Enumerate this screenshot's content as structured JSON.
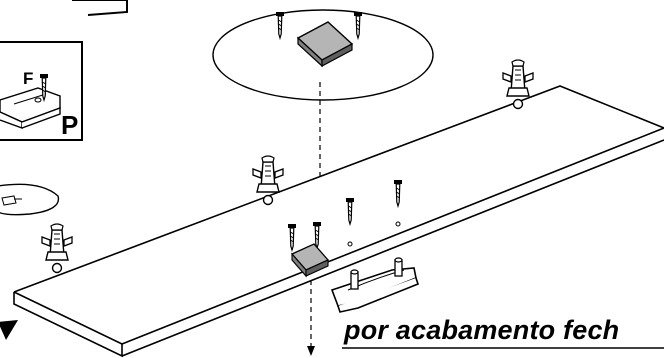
{
  "diagram": {
    "labels": {
      "part_f": "F",
      "part_p": "P"
    },
    "caption": "por acabamento fech",
    "parts": [
      "hinge-icon",
      "screw-icon",
      "connector-block-icon",
      "handle-icon",
      "shelf-panel-icon"
    ],
    "colors": {
      "stroke": "#000000",
      "background": "#ffffff",
      "block_fill": "#7f7f7f",
      "block_top": "#b5b5b5"
    }
  }
}
